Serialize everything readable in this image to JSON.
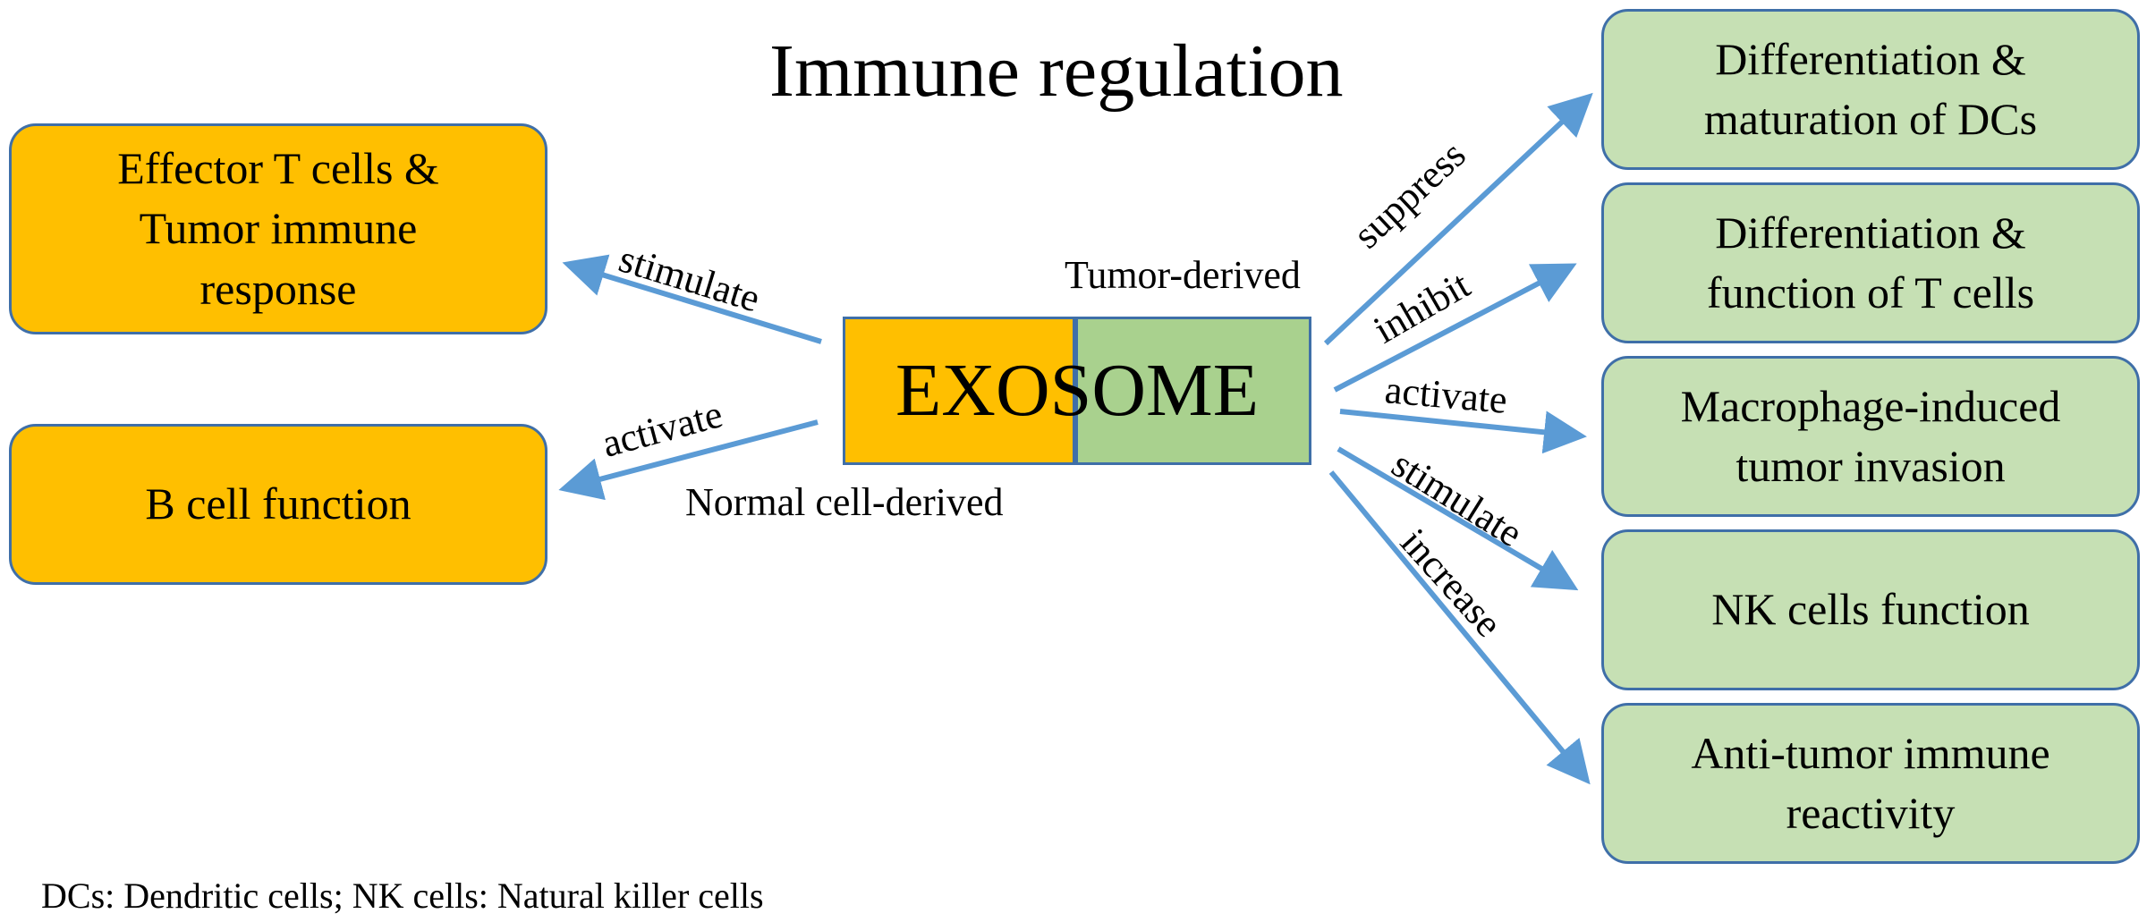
{
  "title": "Immune regulation",
  "center": {
    "label": "EXOSOME",
    "tumor_side_label": "Tumor-derived",
    "normal_side_label": "Normal cell-derived"
  },
  "left_boxes": [
    {
      "line1": "Effector T cells &",
      "line2": "Tumor immune",
      "line3": "response",
      "arrow_label": "stimulate"
    },
    {
      "line1": "B cell function",
      "arrow_label": "activate"
    }
  ],
  "right_boxes": [
    {
      "line1": "Differentiation &",
      "line2": "maturation of DCs",
      "arrow_label": "suppress"
    },
    {
      "line1": "Differentiation &",
      "line2": "function of T cells",
      "arrow_label": "inhibit"
    },
    {
      "line1": "Macrophage-induced",
      "line2": "tumor invasion",
      "arrow_label": "activate"
    },
    {
      "line1": "NK cells function",
      "arrow_label": "stimulate"
    },
    {
      "line1": "Anti-tumor immune",
      "line2": "reactivity",
      "arrow_label": "increase"
    }
  ],
  "footnote": "DCs: Dendritic cells; NK cells: Natural killer cells",
  "colors": {
    "tumor_box_fill": "#c6e0b4",
    "tumor_exosome_fill": "#a9d18e",
    "normal_fill": "#ffbf00",
    "border": "#3f6fa8",
    "arrow": "#5b9bd5"
  }
}
